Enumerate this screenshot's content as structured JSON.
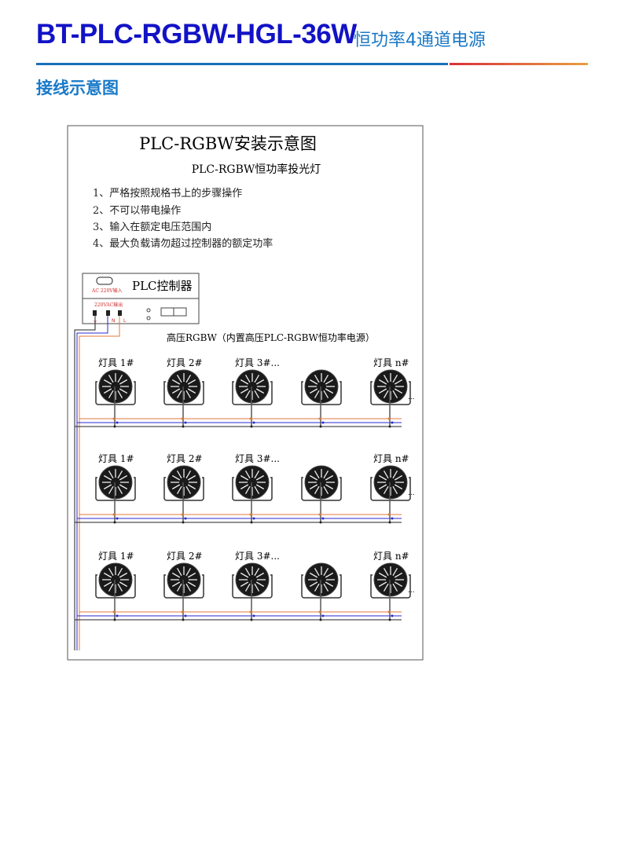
{
  "header": {
    "title": "BT-PLC-RGBW-HGL-36W",
    "subtitle": "恒功率4通道电源",
    "section": "接线示意图"
  },
  "diagram": {
    "title": "PLC-RGBW安装示意图",
    "subtitle": "PLC-RGBW恒功率投光灯",
    "notes": [
      "1、严格按照规格书上的步骤操作",
      "2、不可以带电操作",
      "3、输入在额定电压范围内",
      "4、最大负载请勿超过控制器的额定功率"
    ],
    "controller": {
      "name": "PLC控制器",
      "input": "AC 220V输入",
      "output": "220VAC输出",
      "terminals": [
        "⏚",
        "N",
        "L"
      ]
    },
    "group_label": "高压RGBW（内置高压PLC-RGBW恒功率电源）",
    "lamp_labels": [
      "灯具 1#",
      "灯具 2#",
      "灯具 3#...",
      "",
      "灯具 n#"
    ],
    "ellipsis": "...",
    "colors": {
      "live": "#e07a3a",
      "neutral": "#2a2ad0",
      "ground": "#222222"
    }
  }
}
